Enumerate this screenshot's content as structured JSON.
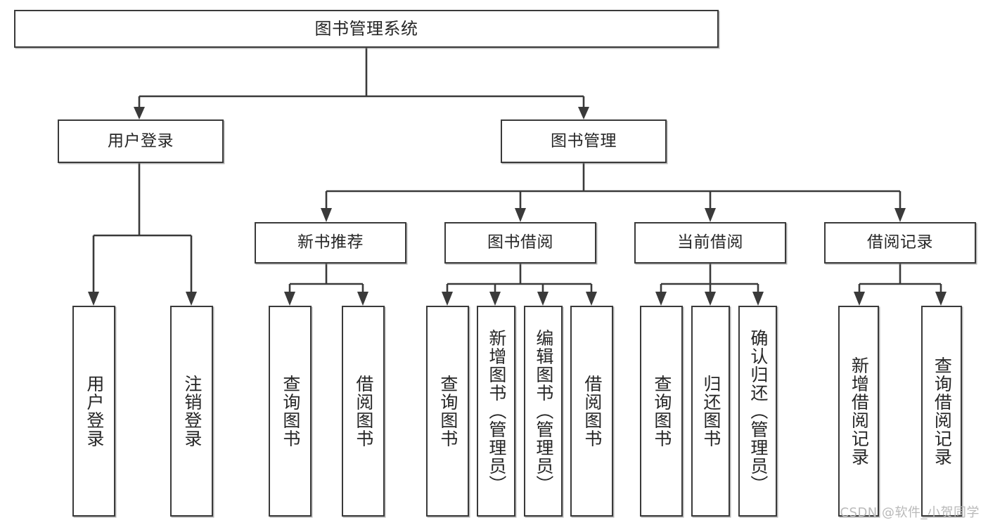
{
  "diagram": {
    "type": "tree",
    "title": "图书管理系统",
    "orientation": "top-down",
    "colors": {
      "box_stroke": "#3a3a3a",
      "box_fill": "#ffffff",
      "connector": "#3a3a3a",
      "text": "#262626",
      "watermark": "#b9b9b9"
    },
    "nodes": {
      "root": {
        "label": "图书管理系统"
      },
      "level2": [
        {
          "label": "用户登录"
        },
        {
          "label": "图书管理"
        }
      ],
      "level3": [
        {
          "label": "新书推荐"
        },
        {
          "label": "图书借阅"
        },
        {
          "label": "当前借阅"
        },
        {
          "label": "借阅记录"
        }
      ],
      "leaves": {
        "user_login": [
          {
            "label": "用户登录"
          },
          {
            "label": "注销登录"
          }
        ],
        "new_book_recommend": [
          {
            "label": "查询图书"
          },
          {
            "label": "借阅图书"
          }
        ],
        "book_borrow": [
          {
            "label": "查询图书"
          },
          {
            "label": "新增图书（管理员）"
          },
          {
            "label": "编辑图书（管理员）"
          },
          {
            "label": "借阅图书"
          }
        ],
        "current_borrow": [
          {
            "label": "查询图书"
          },
          {
            "label": "归还图书"
          },
          {
            "label": "确认归还（管理员）"
          }
        ],
        "borrow_record": [
          {
            "label": "新增借阅记录"
          },
          {
            "label": "查询借阅记录"
          }
        ]
      }
    },
    "edges": [
      {
        "from": "图书管理系统",
        "to": "用户登录"
      },
      {
        "from": "图书管理系统",
        "to": "图书管理"
      },
      {
        "from": "用户登录",
        "to": "用户登录"
      },
      {
        "from": "用户登录",
        "to": "注销登录"
      },
      {
        "from": "图书管理",
        "to": "新书推荐"
      },
      {
        "from": "图书管理",
        "to": "图书借阅"
      },
      {
        "from": "图书管理",
        "to": "当前借阅"
      },
      {
        "from": "图书管理",
        "to": "借阅记录"
      },
      {
        "from": "新书推荐",
        "to": "查询图书"
      },
      {
        "from": "新书推荐",
        "to": "借阅图书"
      },
      {
        "from": "图书借阅",
        "to": "查询图书"
      },
      {
        "from": "图书借阅",
        "to": "新增图书（管理员）"
      },
      {
        "from": "图书借阅",
        "to": "编辑图书（管理员）"
      },
      {
        "from": "图书借阅",
        "to": "借阅图书"
      },
      {
        "from": "当前借阅",
        "to": "查询图书"
      },
      {
        "from": "当前借阅",
        "to": "归还图书"
      },
      {
        "from": "当前借阅",
        "to": "确认归还（管理员）"
      },
      {
        "from": "借阅记录",
        "to": "新增借阅记录"
      },
      {
        "from": "借阅记录",
        "to": "查询借阅记录"
      }
    ]
  },
  "watermark": {
    "text": "CSDN @软件_小贺同学"
  }
}
